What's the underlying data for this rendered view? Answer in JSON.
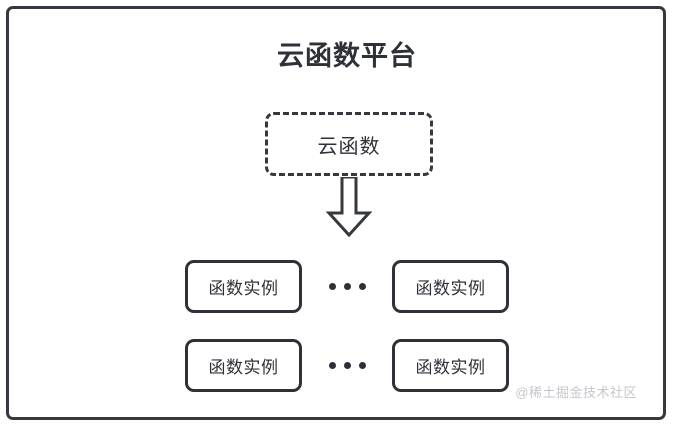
{
  "diagram": {
    "title": "云函数平台",
    "cloud_function": {
      "label": "云函数",
      "style": "dashed-rounded-box"
    },
    "arrow": {
      "icon": "arrow-down-block-icon",
      "direction": "down"
    },
    "instance_rows": [
      {
        "left_instance": "函数实例",
        "ellipsis": "•••",
        "right_instance": "函数实例"
      },
      {
        "left_instance": "函数实例",
        "ellipsis": "•••",
        "right_instance": "函数实例"
      }
    ],
    "watermark": "@稀土掘金技术社区",
    "colors": {
      "stroke": "#2e3238",
      "frame_stroke": "#35383d",
      "background": "#ffffff",
      "watermark": "#c3c6cb",
      "dot": "#2c3038"
    }
  }
}
